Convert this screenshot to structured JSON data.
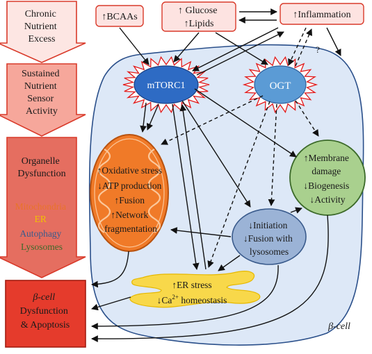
{
  "side_panel": {
    "step1": [
      "Chronic",
      "Nutrient",
      "Excess"
    ],
    "step2": [
      "Sustained",
      "Nutrient",
      "Sensor",
      "Activity"
    ],
    "step3": [
      "Organelle",
      "Dysfunction"
    ],
    "organelles": [
      {
        "label": "Mitochondria",
        "color": "#e8742a"
      },
      {
        "label": "ER",
        "color": "#f2c200"
      },
      {
        "label": "Autophagy",
        "color": "#3a5b8c"
      },
      {
        "label": "Lysosomes",
        "color": "#3c6a2a"
      }
    ],
    "outcome": [
      "β-cell",
      "Dysfunction",
      "& Apoptosis"
    ]
  },
  "inputs": {
    "bcaas": "↑BCAAs",
    "glucose": "↑ Glucose",
    "lipids": "↑Lipids",
    "inflammation": "↑Inflammation",
    "question_mark": "?"
  },
  "sensors": {
    "mtorc1": "mTORC1",
    "ogt": "OGT"
  },
  "mitochondria": [
    "↑Oxidative stress",
    "↓ATP production",
    "↑Fusion",
    "↑Network",
    "fragmentation"
  ],
  "lysosome": [
    "↑Membrane",
    "damage",
    "↓Biogenesis",
    "↓Activity"
  ],
  "autophagy": [
    "↓Initiation",
    "↓Fusion with",
    "lysosomes"
  ],
  "er": {
    "line1": "↑ER stress",
    "line2_prefix": "↓Ca",
    "line2_sup": "2+",
    "line2_suffix": " homeostasis"
  },
  "cell_label": "β-cell",
  "colors": {
    "arrow_fill": "#f07e6e",
    "arrow_stroke": "#d93a2a",
    "outcome_box": "#e53b2c",
    "input_box": "#fde3e1",
    "cell_fill": "#dde8f7",
    "mtorc1": "#2e6bc4",
    "ogt": "#5b9bd5",
    "mito": "#f07a28",
    "lyso": "#a9d08e",
    "autophagy": "#9bb3d6",
    "er": "#f8d84a"
  }
}
